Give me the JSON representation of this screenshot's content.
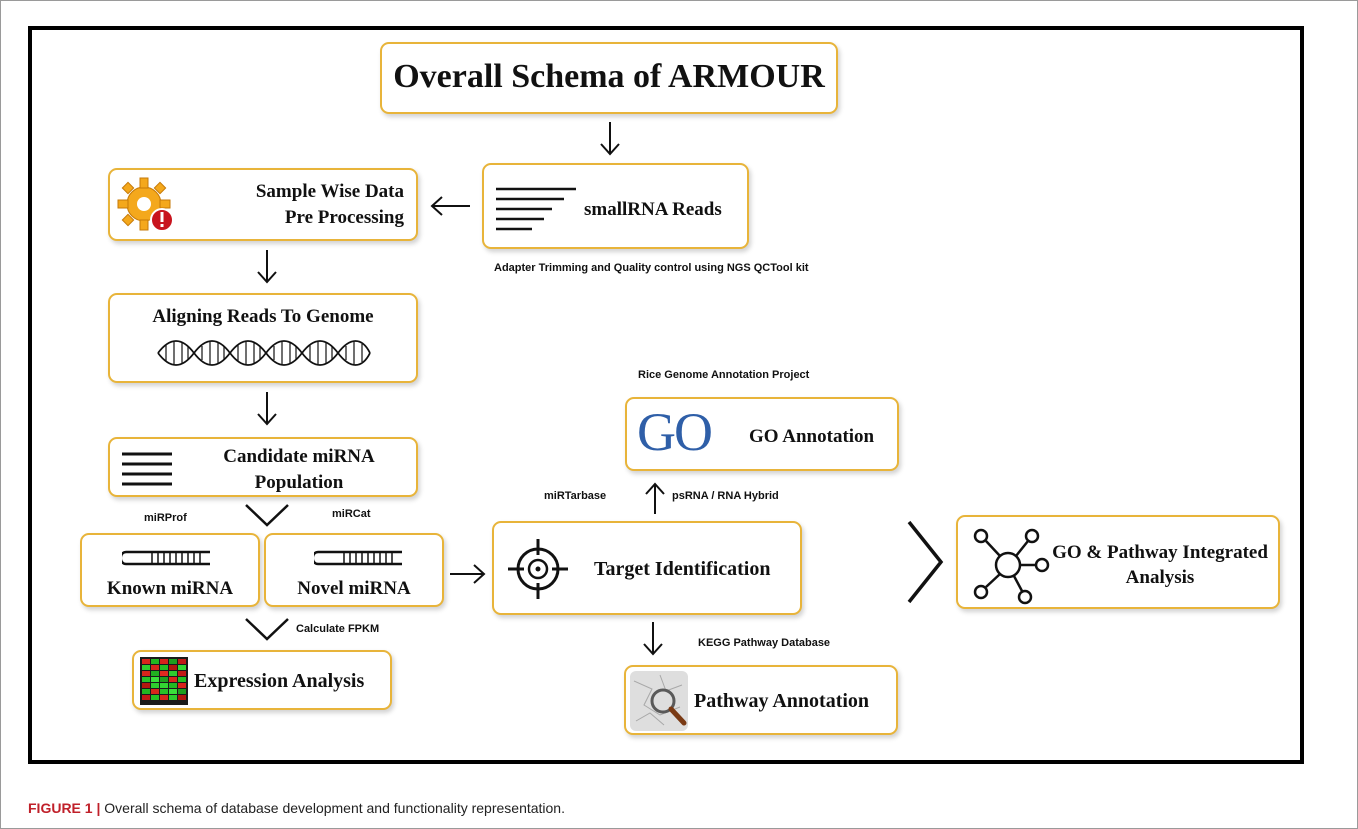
{
  "diagram": {
    "title": "Overall Schema of ARMOUR",
    "nodes": {
      "small_rna": "smallRNA Reads",
      "preprocess": [
        "Sample Wise Data",
        "Pre Processing"
      ],
      "align": "Aligning Reads To Genome",
      "candidate": [
        "Candidate miRNA",
        "Population"
      ],
      "known": "Known miRNA",
      "novel": "Novel miRNA",
      "expression": "Expression Analysis",
      "target": "Target Identification",
      "go": "GO Annotation",
      "go_logo": "GO",
      "pathway": "Pathway Annotation",
      "integrated": [
        "GO & Pathway Integrated",
        "Analysis"
      ]
    },
    "annotations": {
      "adapter": "Adapter Trimming and Quality control using NGS QCTool kit",
      "rice": "Rice Genome Annotation Project",
      "mirprof": "miRProf",
      "mircat": "miRCat",
      "fpkm": "Calculate FPKM",
      "mirtarbase": "miRTarbase",
      "psrna": "psRNA / RNA Hybrid",
      "kegg": "KEGG Pathway Database"
    },
    "colors": {
      "box_border": "#e8b43a",
      "go_blue": "#2f5fa8",
      "frame": "#000000"
    }
  },
  "caption": {
    "figure_label": "FIGURE 1 |",
    "text": " Overall schema of database development and functionality representation."
  }
}
